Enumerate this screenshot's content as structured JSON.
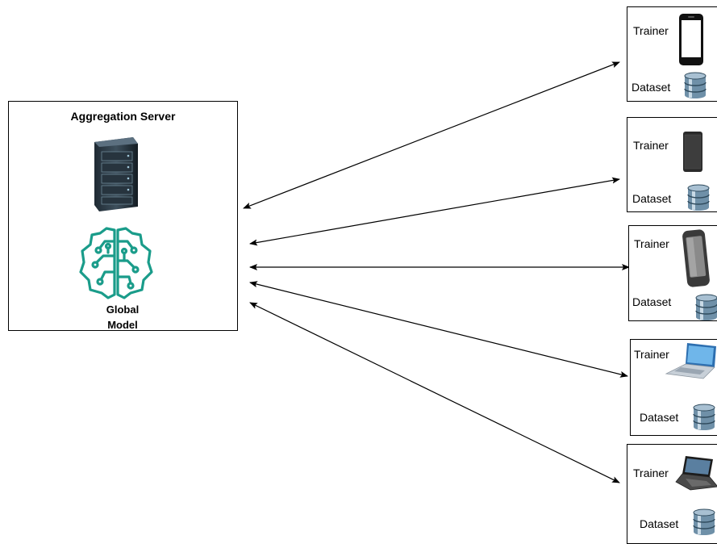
{
  "server": {
    "title": "Aggregation Server",
    "model_label": "Global\nModel"
  },
  "clients": [
    {
      "trainer_label": "Trainer",
      "dataset_label": "Dataset",
      "device": "smartphone-icon"
    },
    {
      "trainer_label": "Trainer",
      "dataset_label": "Dataset",
      "device": "tablet-icon"
    },
    {
      "trainer_label": "Trainer",
      "dataset_label": "Dataset",
      "device": "mobile-phone-icon"
    },
    {
      "trainer_label": "Trainer",
      "dataset_label": "Dataset",
      "device": "laptop-icon"
    },
    {
      "trainer_label": "Trainer",
      "dataset_label": "Dataset",
      "device": "notebook-icon"
    }
  ],
  "colors": {
    "accent": "#1a9c8a",
    "line": "#000000"
  }
}
